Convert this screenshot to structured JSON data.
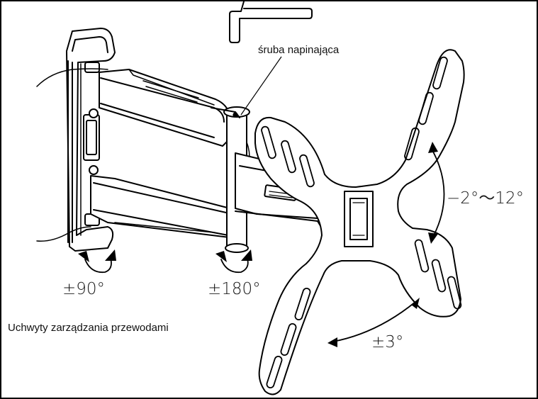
{
  "labels": {
    "tension_screw": "śruba napinająca",
    "cable_management": "Uchwyty zarządzania przewodami",
    "swivel_angle": "±90°",
    "rotation_angle": "±180°",
    "tilt_range": "−2°～12°",
    "leveling_angle": "±3°"
  }
}
